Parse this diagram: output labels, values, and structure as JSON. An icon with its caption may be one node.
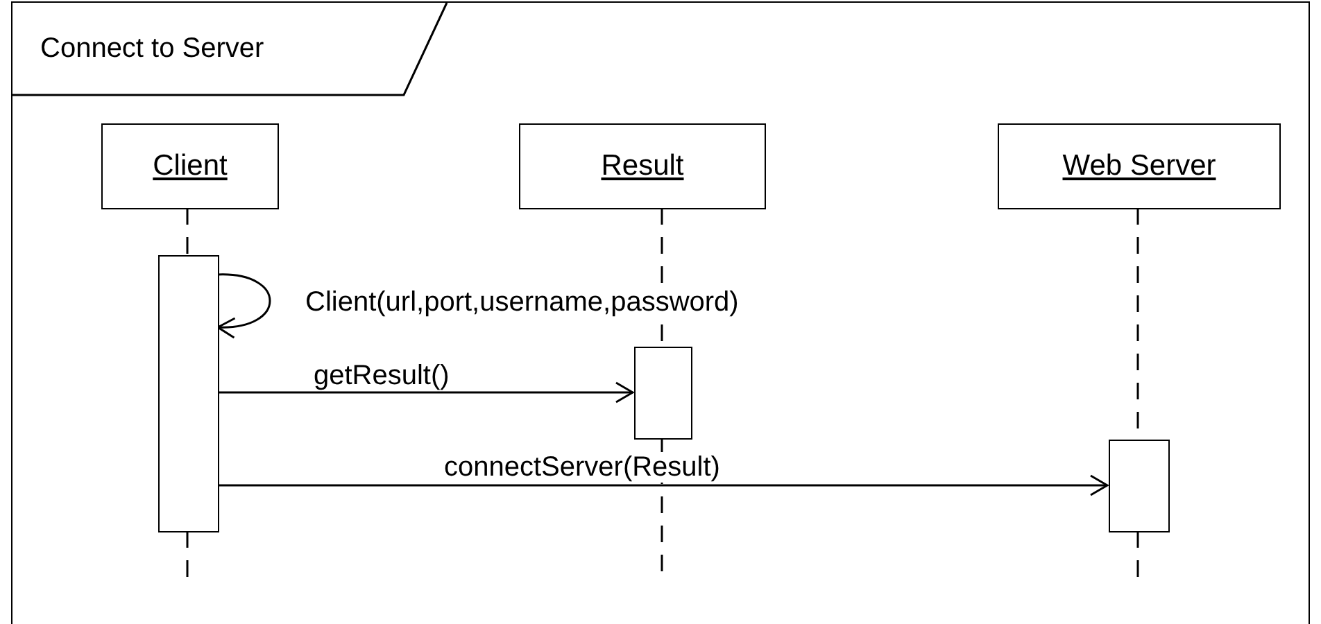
{
  "diagram": {
    "nodes": [
      {
        "text": [
          "Connect to Server"
        ]
      },
      {
        "text": [
          "Client"
        ],
        "in": 0
      },
      {
        "text": [
          "Result"
        ],
        "in": 0
      },
      {
        "text": [
          "Web Server"
        ],
        "in": 0
      },
      {
        "text": [],
        "shape": "bar",
        "in": 0
      },
      {
        "text": [],
        "shape": "bar",
        "in": 0
      },
      {
        "text": [],
        "shape": "bar",
        "in": 0
      }
    ],
    "edges": [
      {
        "from": 1,
        "to": 4,
        "arrow": "none",
        "style": "dashed"
      },
      {
        "from": 4,
        "to": null,
        "arrow": "none",
        "style": "dashed"
      },
      {
        "from": 2,
        "to": 5,
        "arrow": "none",
        "style": "dashed"
      },
      {
        "from": 5,
        "to": null,
        "arrow": "none",
        "style": "dashed"
      },
      {
        "from": 3,
        "to": 6,
        "arrow": "none",
        "style": "dashed"
      },
      {
        "from": 6,
        "to": null,
        "arrow": "none",
        "style": "dashed"
      },
      {
        "from": 4,
        "to": 4,
        "arrow": "to",
        "label": "Client(url,port,username,password)"
      },
      {
        "from": 4,
        "to": 5,
        "arrow": "to",
        "label": "getResult()"
      },
      {
        "from": 4,
        "to": 6,
        "arrow": "to",
        "label": "connectServer(Result)"
      }
    ]
  }
}
